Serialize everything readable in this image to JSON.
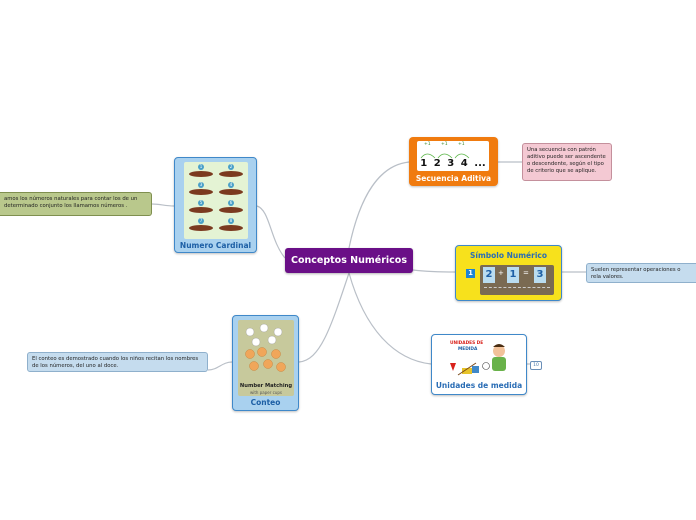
{
  "central": {
    "title": "Conceptos Numéricos",
    "color": "#6a0f87"
  },
  "nodes": {
    "secuencia": {
      "label": "Secuencia Aditiva",
      "seq": [
        "1",
        "2",
        "3",
        "4",
        "..."
      ],
      "hop": "+1",
      "note": "Una secuencia con patrón aditivo puede ser ascendente o descendente, según el tipo de criterio que se aplique."
    },
    "simbolo": {
      "label": "Símbolo Numérico",
      "eq": [
        "1",
        "2",
        "+",
        "1",
        "=",
        "3"
      ],
      "note": "Suelen representar operaciones o rela valores."
    },
    "unidades": {
      "label": "Unidades de medida",
      "title_line1": "UNIDADES DE",
      "title_line2": "MEDIDA",
      "badge": "10"
    },
    "cardinal": {
      "label": "Numero Cardinal",
      "digits": [
        "1",
        "2",
        "3",
        "4",
        "5",
        "6",
        "7",
        "8"
      ],
      "note": "amos los números naturales para contar los de un determinado conjunto los llamamos números ."
    },
    "conteo": {
      "label": "Conteo",
      "pic_title": "Number Matching",
      "pic_subtitle": "with paper cups",
      "note": "El conteo es demostrado cuando los niños recitan los nombres de los números, del uno al doce."
    }
  },
  "colors": {
    "orange": "#f07b0f",
    "yellow": "#f7e11c",
    "blue_border": "#3f88c9",
    "card_blue": "#a9d1ef",
    "note_pink": "#f4c9d3",
    "note_blue": "#c5dcee",
    "note_green": "#b9c88c"
  }
}
